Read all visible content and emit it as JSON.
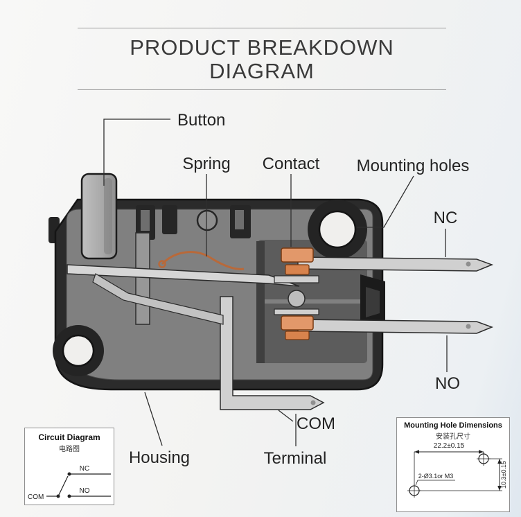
{
  "title": "PRODUCT BREAKDOWN DIAGRAM",
  "labels": {
    "button": "Button",
    "spring": "Spring",
    "contact": "Contact",
    "mounting_holes": "Mounting holes",
    "nc": "NC",
    "no": "NO",
    "com": "COM",
    "housing": "Housing",
    "terminal": "Terminal"
  },
  "circuit_box": {
    "title": "Circuit Diagram",
    "subtitle": "电路图",
    "nc_label": "NC",
    "no_label": "NO",
    "com_label": "COM"
  },
  "mounting_box": {
    "title": "Mounting Hole Dimensions",
    "subtitle": "安装孔尺寸",
    "horizontal_dim": "22.2±0.15",
    "hole_spec": "2-Ø3.1or M3",
    "vertical_dim": "10.3±0.15"
  },
  "colors": {
    "background": "#f3f3f2",
    "title_text": "#3a3a3a",
    "label_text": "#232323",
    "body_dark": "#2b2b2b",
    "cavity_gray": "#808080",
    "metal_light": "#d0d0d0",
    "button_gray": "#a8a8a8",
    "contact_orange": "#e2986a",
    "spring_copper": "#b8693a"
  }
}
